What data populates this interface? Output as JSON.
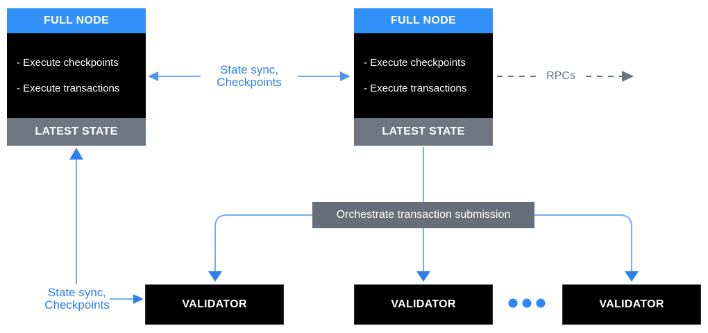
{
  "colors": {
    "node_header_blue": "#3291f8",
    "node_body_black": "#000000",
    "latest_state_gray": "#6e7681",
    "orchestrator_gray": "#666e79",
    "arrow_stem_blue": "#76abf4",
    "arrow_head_blue": "#2f80ed",
    "label_text_blue": "#2e7fec",
    "rpc_gray": "#6b7280",
    "ellipsis_dot_blue": "#2f86f7"
  },
  "full_node_left": {
    "header": "FULL NODE",
    "items": [
      "- Execute checkpoints",
      "- Execute transactions"
    ],
    "footer": "LATEST STATE"
  },
  "full_node_right": {
    "header": "FULL NODE",
    "items": [
      "- Execute checkpoints",
      "- Execute transactions"
    ],
    "footer": "LATEST STATE"
  },
  "labels": {
    "sync_between_nodes": {
      "line1": "State sync,",
      "line2": "Checkpoints"
    },
    "sync_bottom_left": {
      "line1": "State sync,",
      "line2": "Checkpoints"
    },
    "rpcs": "RPCs",
    "orchestrator": "Orchestrate transaction submission"
  },
  "validators": [
    {
      "label": "VALIDATOR"
    },
    {
      "label": "VALIDATOR"
    },
    {
      "label": "VALIDATOR"
    }
  ]
}
